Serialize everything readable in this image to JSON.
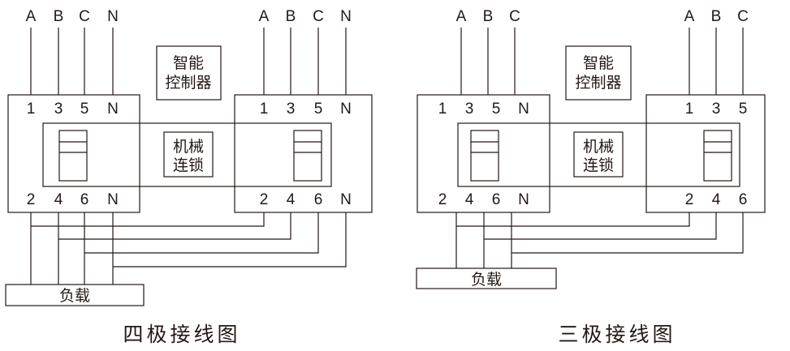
{
  "four_pole": {
    "phase_top_left": [
      "A",
      "B",
      "C",
      "N"
    ],
    "phase_top_right": [
      "A",
      "B",
      "C",
      "N"
    ],
    "terminals_top": [
      "1",
      "3",
      "5",
      "N"
    ],
    "terminals_bottom": [
      "2",
      "4",
      "6",
      "N"
    ],
    "controller_line1": "智能",
    "controller_line2": "控制器",
    "interlock_line1": "机械",
    "interlock_line2": "连锁",
    "load": "负载",
    "caption": "四极接线图"
  },
  "three_pole": {
    "phase_top_left": [
      "A",
      "B",
      "C"
    ],
    "phase_top_right": [
      "A",
      "B",
      "C"
    ],
    "terminals_top": [
      "1",
      "3",
      "5"
    ],
    "terminals_top_left": [
      "1",
      "3",
      "5",
      "N"
    ],
    "terminals_bottom_left": [
      "2",
      "4",
      "6",
      "N"
    ],
    "terminals_bottom": [
      "2",
      "4",
      "6"
    ],
    "controller_line1": "智能",
    "controller_line2": "控制器",
    "interlock_line1": "机械",
    "interlock_line2": "连锁",
    "load": "负载",
    "caption": "三极接线图"
  }
}
